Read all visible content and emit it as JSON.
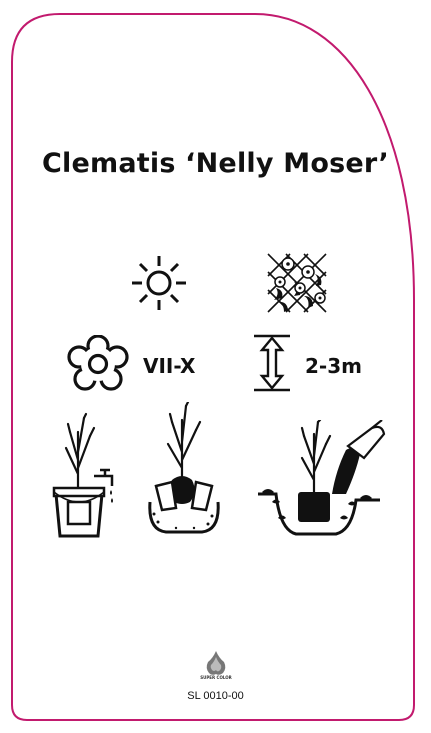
{
  "label": {
    "title": "Clematis ‘Nelly Moser’",
    "flowering_period": "VII-X",
    "height": "2-3m",
    "code": "SL 0010-00",
    "brand": "SUPER COLOR",
    "border_color": "#c21a6e"
  },
  "icons": {
    "exposure": "full-sun-icon",
    "habit": "climbing-on-trellis-icon",
    "flower": "flower-icon",
    "size": "height-arrow-icon",
    "step1": "soak-rootball-in-bucket-icon",
    "step2": "remove-pot-icon",
    "step3": "plant-and-fill-soil-icon",
    "logo": "brand-logo-icon"
  }
}
